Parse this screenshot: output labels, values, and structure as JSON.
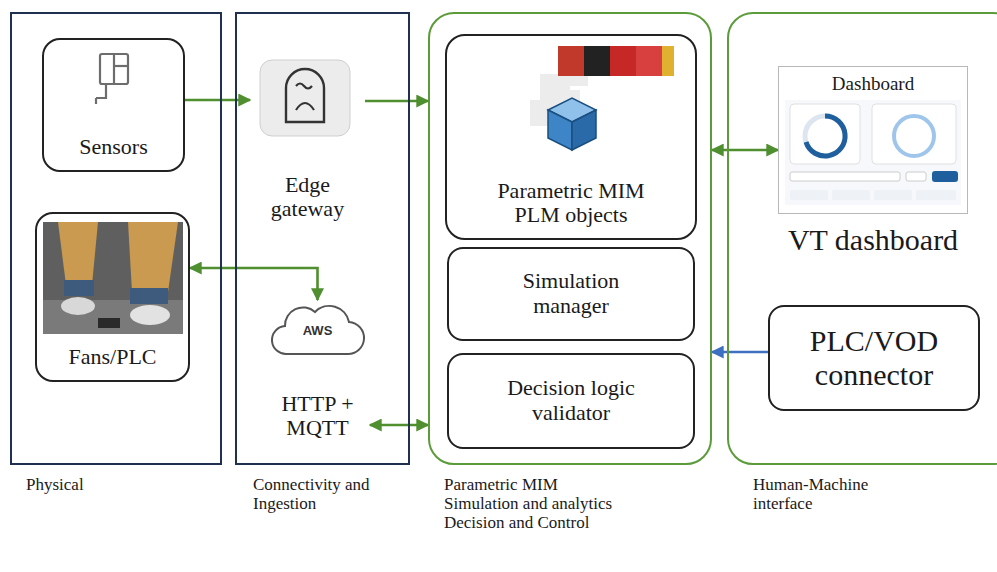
{
  "diagram": {
    "nodes": [
      {
        "text": [
          "Physical"
        ]
      },
      {
        "text": [
          "Sensors"
        ],
        "in": 0
      },
      {
        "text": [
          "Fans/PLC"
        ],
        "in": 0
      },
      {
        "text": [
          "Connectivity and Ingestion"
        ]
      },
      {
        "text": [
          "Edge gateway"
        ],
        "in": 3
      },
      {
        "text": [
          "AWS",
          "HTTP + MQTT"
        ],
        "in": 3
      },
      {
        "text": [
          "Parametric MIM Simulation and analytics Decision and Control"
        ]
      },
      {
        "text": [
          "Parametric MIM PLM objects"
        ],
        "in": 6
      },
      {
        "text": [
          "Simulation manager"
        ],
        "in": 6
      },
      {
        "text": [
          "Decision logic validator"
        ],
        "in": 6
      },
      {
        "text": [
          "Human-Machine interface"
        ]
      },
      {
        "text": [
          "Dashboard",
          "VT dashboard"
        ],
        "in": 10
      },
      {
        "text": [
          "PLC/VOD connector"
        ],
        "in": 10
      }
    ],
    "edges": [
      {
        "from": 1,
        "to": 4,
        "arrow": "to"
      },
      {
        "from": 4,
        "to": 6,
        "arrow": "to"
      },
      {
        "from": 2,
        "to": 5,
        "arrow": "both"
      },
      {
        "from": 5,
        "to": 6,
        "arrow": "both"
      },
      {
        "from": 6,
        "to": 11,
        "arrow": "both"
      },
      {
        "from": 12,
        "to": 6,
        "arrow": "to"
      }
    ]
  }
}
